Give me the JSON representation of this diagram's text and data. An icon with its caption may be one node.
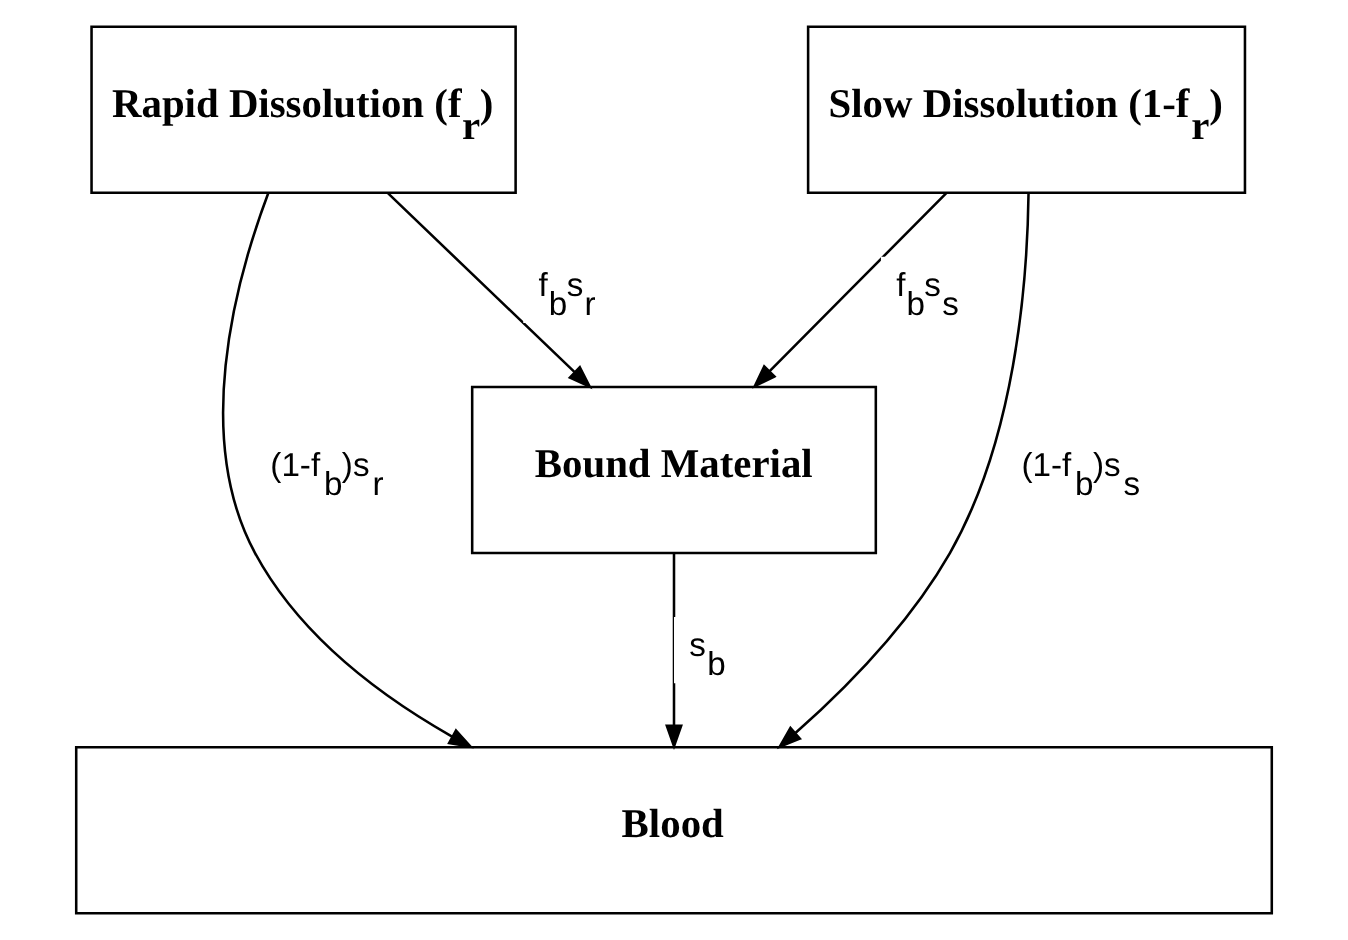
{
  "diagram": {
    "nodes": [
      {
        "text": [
          "Rapid Dissolution (f$_{r}$)"
        ]
      },
      {
        "text": [
          "Slow Dissolution (1-f$_{r}$)"
        ]
      },
      {
        "text": [
          "Bound Material"
        ]
      },
      {
        "text": [
          "Blood"
        ]
      }
    ],
    "edges": [
      {
        "from": 0,
        "to": 3,
        "arrow": "to",
        "label": "(1-f$_{b}$)s$_{r}$"
      },
      {
        "from": 0,
        "to": 2,
        "arrow": "to",
        "label": "f$_{b}$s$_{r}$"
      },
      {
        "from": 1,
        "to": 2,
        "arrow": "to",
        "label": "f$_{b}$s$_{s}$"
      },
      {
        "from": 1,
        "to": 3,
        "arrow": "to",
        "label": "(1-f$_{b}$)s$_{s}$"
      },
      {
        "from": 2,
        "to": 3,
        "arrow": "to",
        "label": "s$_{b}$"
      }
    ]
  }
}
